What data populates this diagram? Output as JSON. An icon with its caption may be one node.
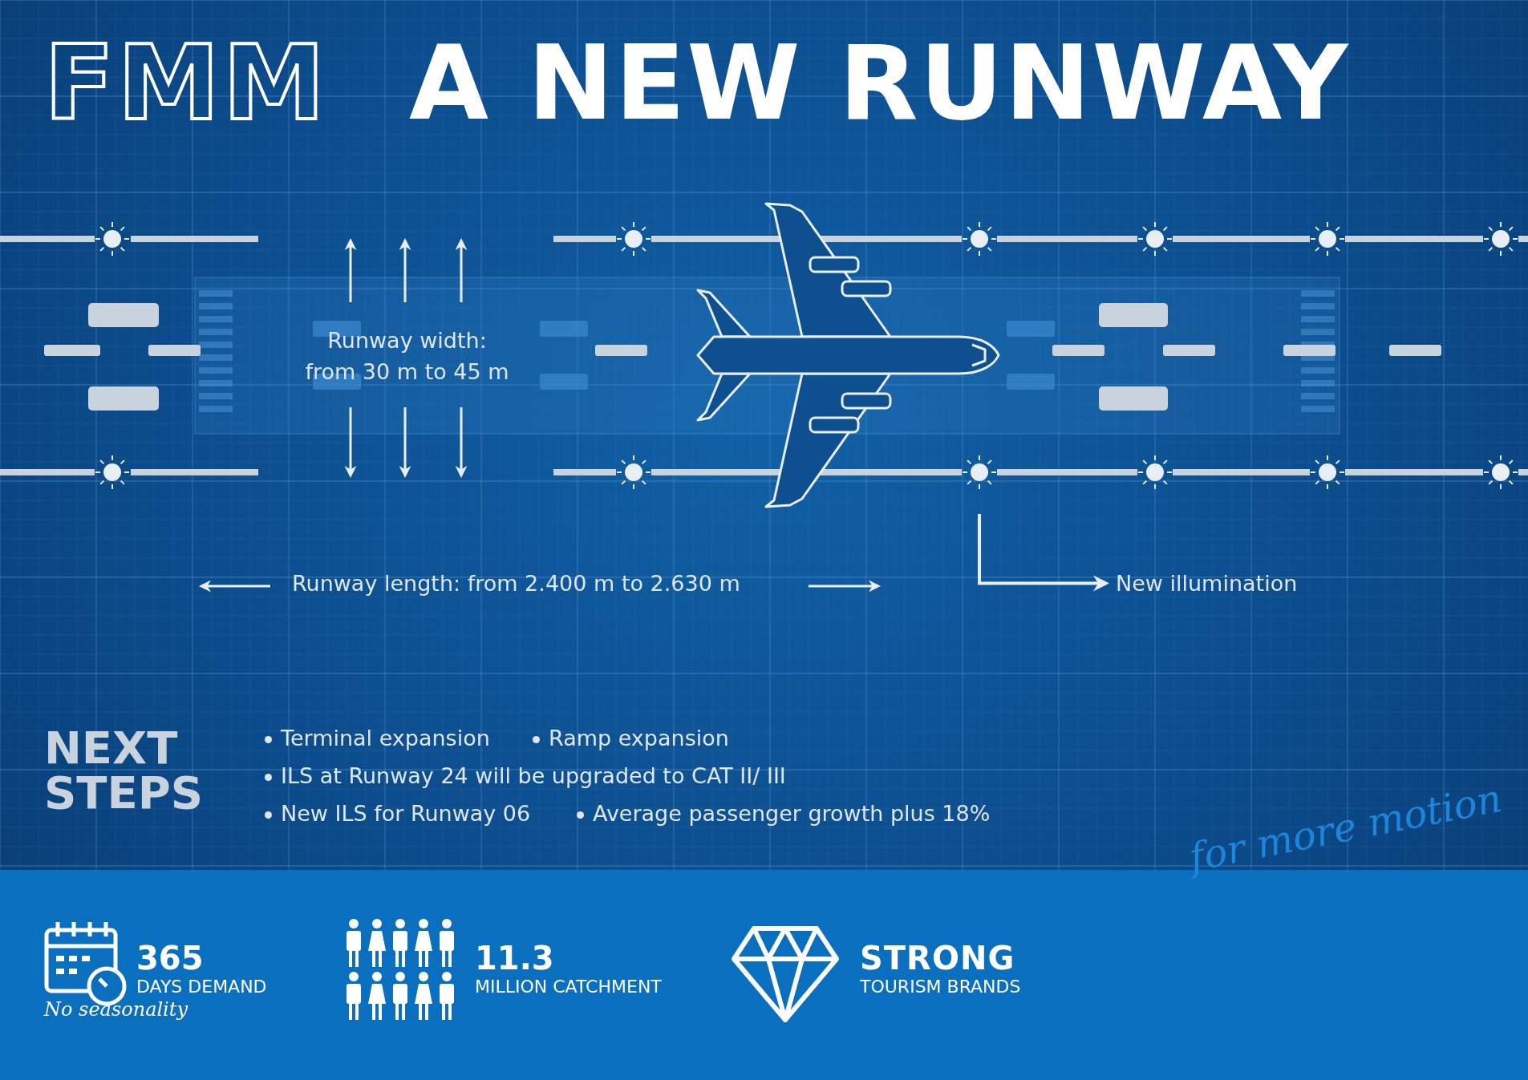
{
  "diagram": {
    "title": "A NEW RUNWAY",
    "nodes": [
      {
        "text": [],
        "shape": "circle"
      },
      {
        "text": [
          "New illumination"
        ]
      }
    ],
    "edges": [
      {
        "from": 0,
        "to": 1,
        "arrow": "to"
      }
    ],
    "labels": [
      "FMM",
      "Runway width: from 30 m to 45 m",
      "Runway length: from 2.400 m to 2.630 m",
      "NEXT STEPS",
      "Terminal expansion",
      "Ramp expansion",
      "ILS at Runway 24 will be upgraded to CAT II/ III",
      "New ILS for Runway 06",
      "Average passenger growth plus 18%",
      "for more motion",
      "365",
      "DAYS DEMAND",
      "No seasonality",
      "11.3",
      "MILLION CATCHMENT",
      "STRONG",
      "TOURISM BRANDS"
    ]
  }
}
